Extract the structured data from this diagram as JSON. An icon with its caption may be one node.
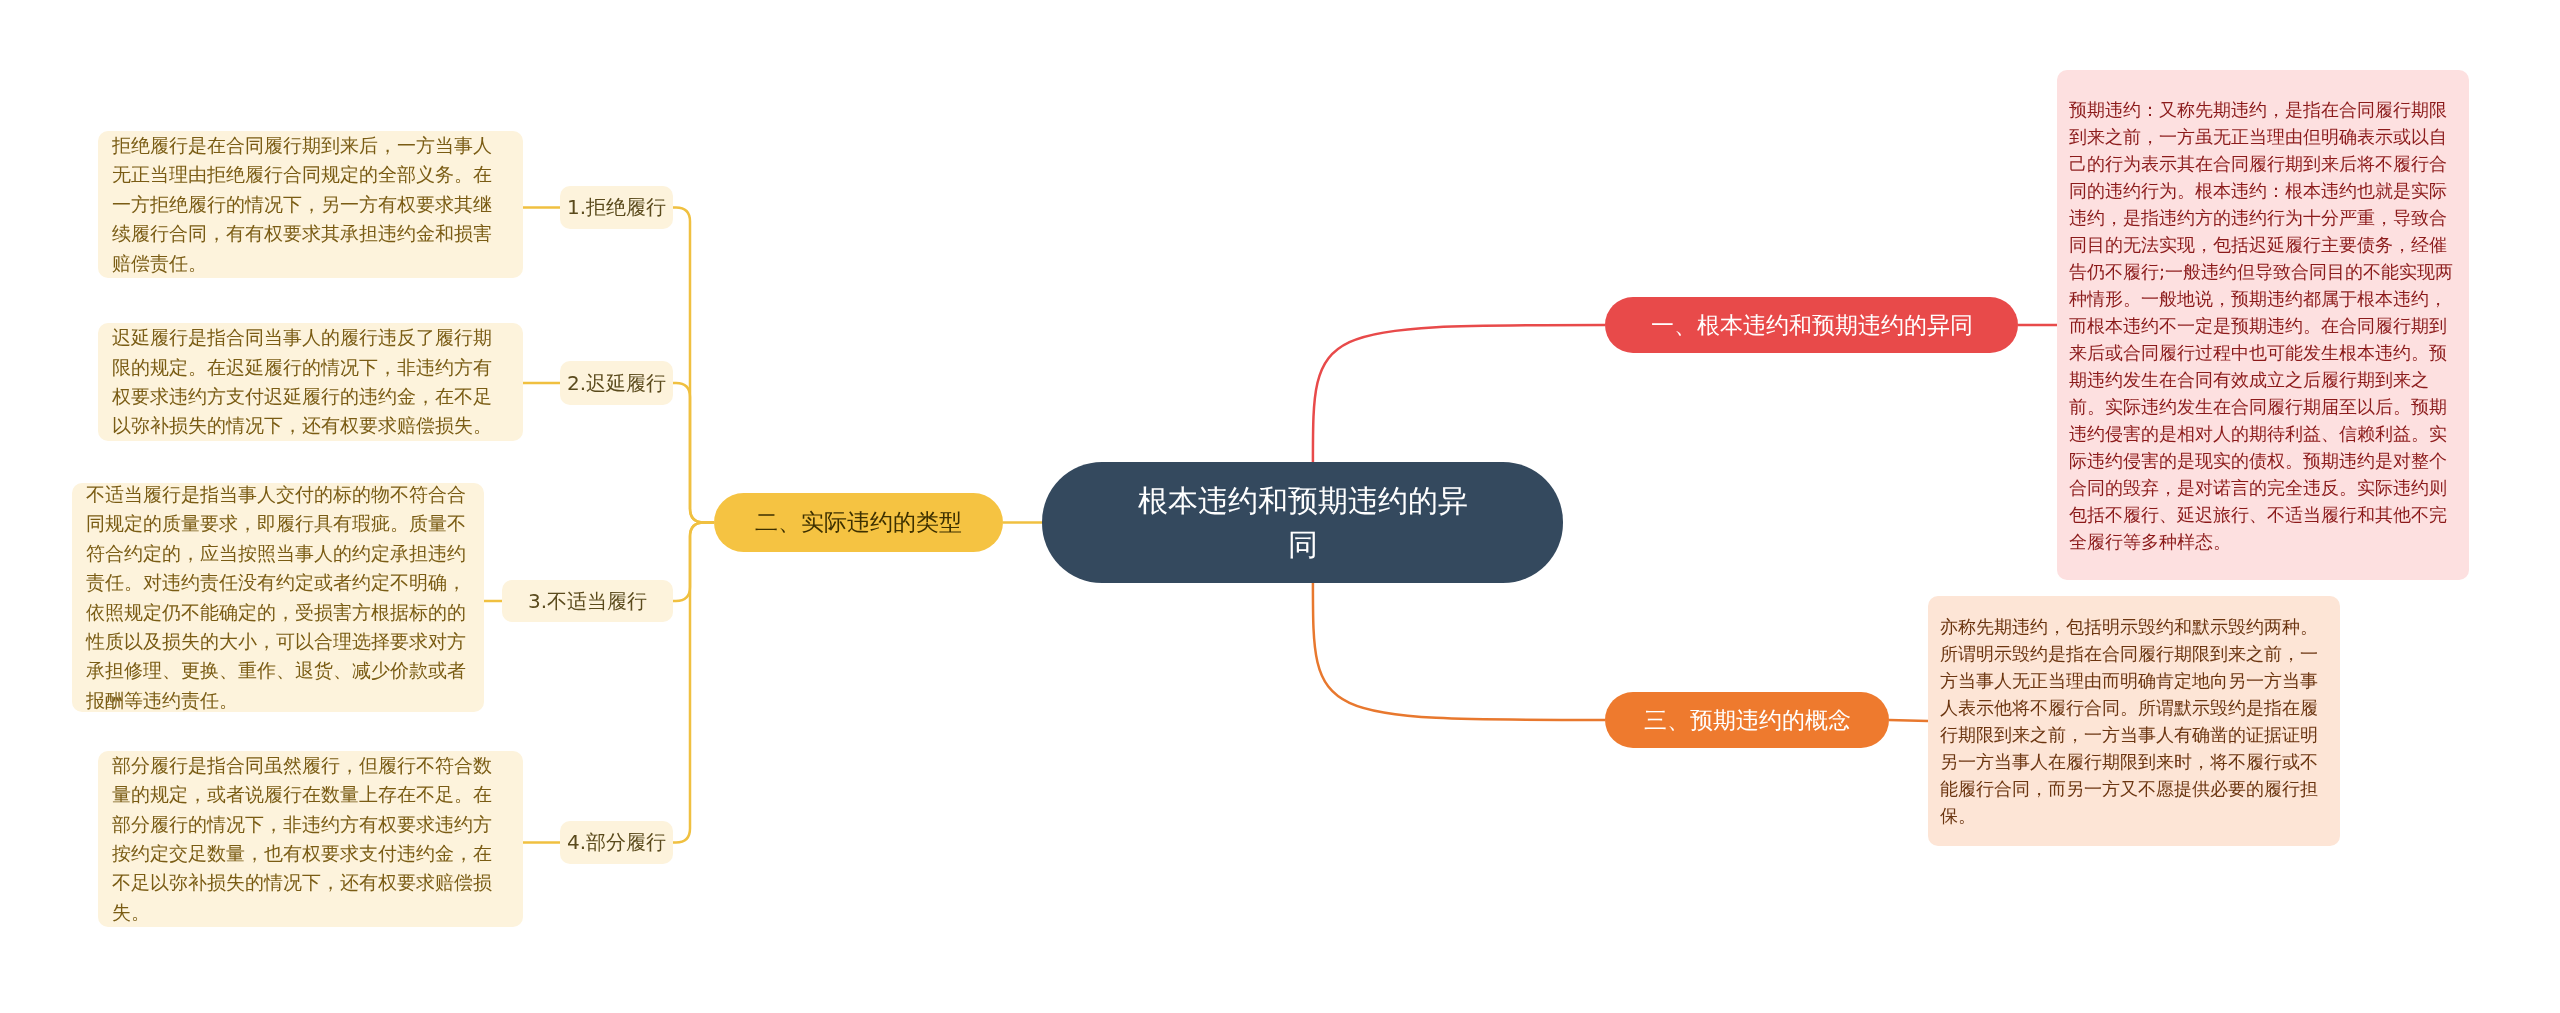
{
  "diagram": {
    "nodes": [
      {
        "text": [
          "根本违约和预期违约的异同"
        ]
      },
      {
        "text": [
          "一、根本违约和预期违约的异同"
        ]
      },
      {
        "text": [
          "预期违约：又称先期违约，是指在合同履行期限到来之前，一方虽无正当理由但明确表示或以自己的行为表示其在合同履行期到来后将不履行合同的违约行为。根本违约：根本违约也就是实际违约，是指违约方的违约行为十分严重，导致合同目的无法实现，包括迟延履行主要债务，经催告仍不履行;一般违约但导致合同目的不能实现两种情形。一般地说，预期违约都属于根本违约，而根本违约不一定是预期违约。在合同履行期到来后或合同履行过程中也可能发生根本违约。预期违约发生在合同有效成立之后履行期到来之前。实际违约发生在合同履行期届至以后。预期违约侵害的是相对人的期待利益、信赖利益。实际违约侵害的是现实的债权。预期违约是对整个合同的毁弃，是对诺言的完全违反。实际违约则包括不履行、延迟旅行、不适当履行和其他不完全履行等多种样态。"
        ]
      },
      {
        "text": [
          "二、实际违约的类型"
        ]
      },
      {
        "text": [
          "1.拒绝履行"
        ]
      },
      {
        "text": [
          "拒绝履行是在合同履行期到来后，一方当事人无正当理由拒绝履行合同规定的全部义务。在一方拒绝履行的情况下，另一方有权要求其继续履行合同，有有权要求其承担违约金和损害赔偿责任。"
        ]
      },
      {
        "text": [
          "2.迟延履行"
        ]
      },
      {
        "text": [
          "迟延履行是指合同当事人的履行违反了履行期限的规定。在迟延履行的情况下，非违约方有权要求违约方支付迟延履行的违约金，在不足以弥补损失的情况下，还有权要求赔偿损失。"
        ]
      },
      {
        "text": [
          "3.不适当履行"
        ]
      },
      {
        "text": [
          "不适当履行是指当事人交付的标的物不符合合同规定的质量要求，即履行具有瑕疵。质量不符合约定的，应当按照当事人的约定承担违约责任。对违约责任没有约定或者约定不明确，依照规定仍不能确定的，受损害方根据标的的性质以及损失的大小，可以合理选择要求对方承担修理、更换、重作、退货、减少价款或者报酬等违约责任。"
        ]
      },
      {
        "text": [
          "4.部分履行"
        ]
      },
      {
        "text": [
          "部分履行是指合同虽然履行，但履行不符合数量的规定，或者说履行在数量上存在不足。在部分履行的情况下，非违约方有权要求违约方按约定交足数量，也有权要求支付违约金，在不足以弥补损失的情况下，还有权要求赔偿损失。"
        ]
      },
      {
        "text": [
          "三、预期违约的概念"
        ]
      },
      {
        "text": [
          "亦称先期违约，包括明示毁约和默示毁约两种。所谓明示毁约是指在合同履行期限到来之前，一方当事人无正当理由而明确肯定地向另一方当事人表示他将不履行合同。所谓默示毁约是指在履行期限到来之前，一方当事人有确凿的证据证明另一方当事人在履行期限到来时，将不履行或不能履行合同，而另一方又不愿提供必要的履行担保。"
        ]
      }
    ],
    "edges": [
      {
        "from": 0,
        "to": 1,
        "arrow": "none",
        "color": "#e84a4a"
      },
      {
        "from": 1,
        "to": 2,
        "arrow": "none",
        "color": "#e84a4a"
      },
      {
        "from": 0,
        "to": 3,
        "arrow": "none"
      },
      {
        "from": 3,
        "to": 4,
        "arrow": "none"
      },
      {
        "from": 4,
        "to": 5,
        "arrow": "none"
      },
      {
        "from": 3,
        "to": 6,
        "arrow": "none"
      },
      {
        "from": 6,
        "to": 7,
        "arrow": "none"
      },
      {
        "from": 3,
        "to": 8,
        "arrow": "none"
      },
      {
        "from": 8,
        "to": 9,
        "arrow": "none"
      },
      {
        "from": 3,
        "to": 10,
        "arrow": "none"
      },
      {
        "from": 10,
        "to": 11,
        "arrow": "none"
      },
      {
        "from": 0,
        "to": 12,
        "arrow": "none",
        "color": "#e8782e"
      },
      {
        "from": 12,
        "to": 13,
        "arrow": "none",
        "color": "#e8782e"
      }
    ]
  }
}
